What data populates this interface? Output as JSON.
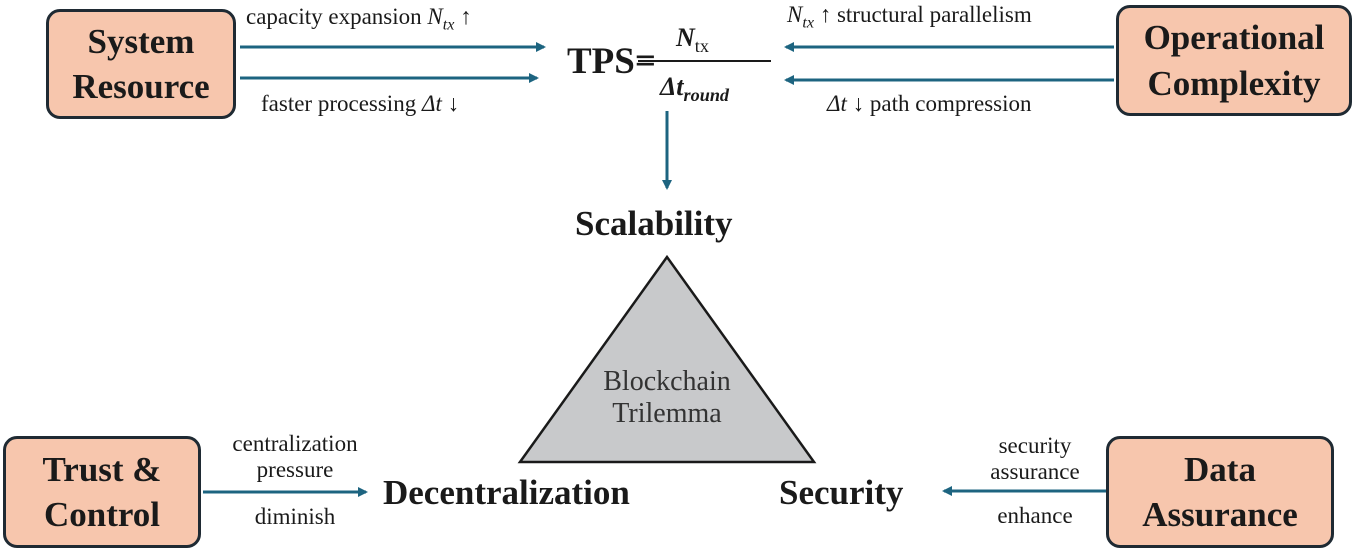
{
  "boxes": {
    "system_resource": [
      "System",
      "Resource"
    ],
    "operational_complexity": [
      "Operational",
      "Complexity"
    ],
    "trust_control": [
      "Trust &",
      "Control"
    ],
    "data_assurance": [
      "Data",
      "Assurance"
    ]
  },
  "formula": {
    "lhs": "TPS=",
    "numerator": "N",
    "numerator_sub": "tx",
    "denominator": "Δt",
    "denominator_sub": "round"
  },
  "edges": {
    "capacity_expansion": {
      "text": "capacity expansion",
      "var": "N",
      "sub": "tx",
      "arrow": "↑"
    },
    "faster_processing": {
      "text": "faster processing",
      "var": "Δt",
      "arrow": "↓"
    },
    "structural_parallelism": {
      "var": "N",
      "sub": "tx",
      "arrow": "↑",
      "text": "structural parallelism"
    },
    "path_compression": {
      "var": "Δt",
      "arrow": "↓",
      "text": "path compression"
    },
    "centralization_pressure": [
      "centralization",
      "pressure"
    ],
    "diminish": "diminish",
    "security_assurance": [
      "security",
      "assurance"
    ],
    "enhance": "enhance"
  },
  "nodes": {
    "scalability": "Scalability",
    "decentralization": "Decentralization",
    "security": "Security",
    "trilemma": [
      "Blockchain",
      "Trilemma"
    ]
  },
  "colors": {
    "arrow": "#1d6480",
    "box_fill": "#f7c6ad",
    "box_border": "#1f2a33",
    "triangle_fill": "#c8c9cb"
  }
}
